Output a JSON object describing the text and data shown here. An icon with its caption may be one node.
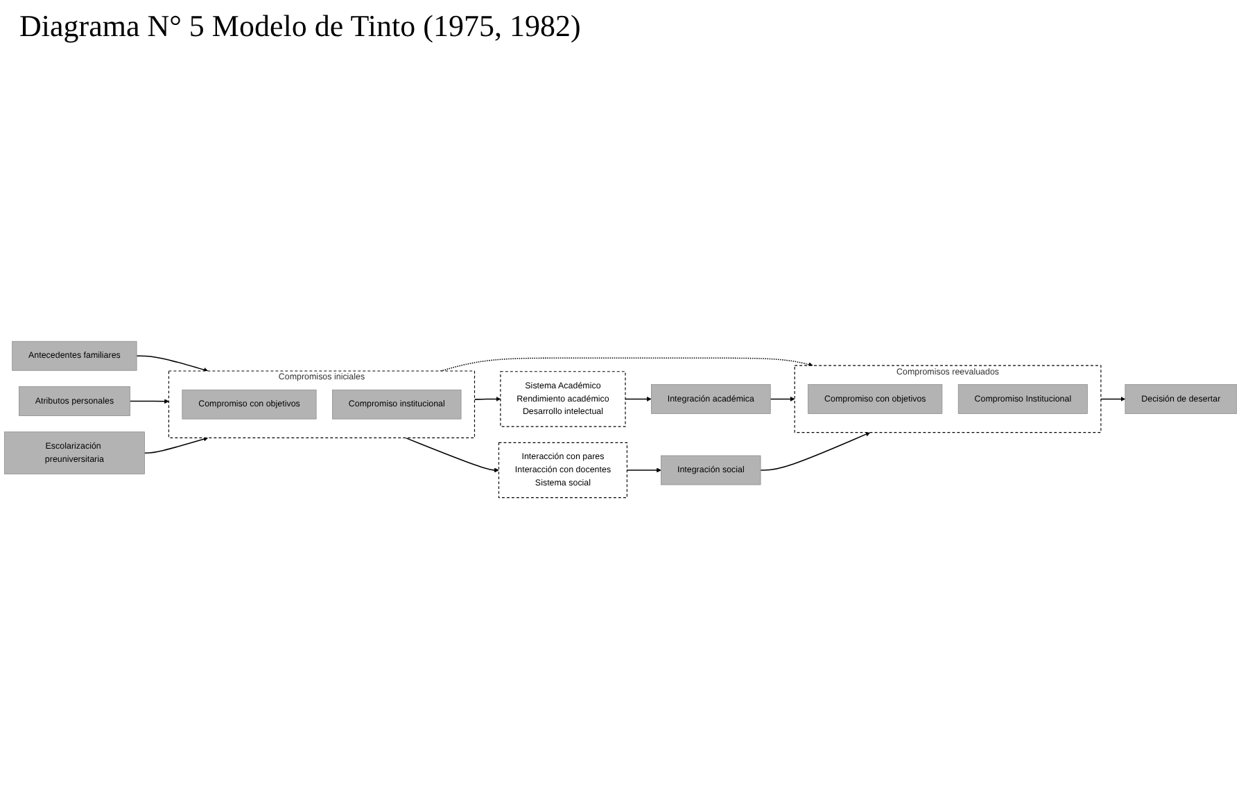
{
  "diagram": {
    "title": "Diagrama N° 5 Modelo de Tinto (1975, 1982)",
    "nodes": [
      {
        "text": [
          "Antecedentes familiares"
        ]
      },
      {
        "text": [
          "Atributos personales"
        ]
      },
      {
        "text": [
          "Escolarización preuniversitaria"
        ]
      },
      {
        "text": [
          "Compromisos iniciales"
        ]
      },
      {
        "text": [
          "Compromiso con objetivos"
        ],
        "in": 3
      },
      {
        "text": [
          "Compromiso institucional"
        ],
        "in": 3
      },
      {
        "text": [
          "Sistema Académico",
          "Rendimiento académico",
          "Desarrollo intelectual"
        ]
      },
      {
        "text": [
          "Integración académica"
        ]
      },
      {
        "text": [
          "Interacción con pares",
          "Interacción con docentes",
          "Sistema social"
        ]
      },
      {
        "text": [
          "Integración social"
        ]
      },
      {
        "text": [
          "Compromisos reevaluados"
        ]
      },
      {
        "text": [
          "Compromiso con objetivos"
        ],
        "in": 10
      },
      {
        "text": [
          "Compromiso Institucional"
        ],
        "in": 10
      },
      {
        "text": [
          "Decisión de desertar"
        ]
      }
    ],
    "edges": [
      {
        "from": 0,
        "to": 3,
        "arrow": "to"
      },
      {
        "from": 1,
        "to": 3,
        "arrow": "to"
      },
      {
        "from": 2,
        "to": 3,
        "arrow": "to"
      },
      {
        "from": 3,
        "to": 6,
        "arrow": "to"
      },
      {
        "from": 3,
        "to": 8,
        "arrow": "to"
      },
      {
        "from": 3,
        "to": 10,
        "arrow": "to",
        "style": "dashed"
      },
      {
        "from": 6,
        "to": 7,
        "arrow": "to"
      },
      {
        "from": 8,
        "to": 9,
        "arrow": "to"
      },
      {
        "from": 7,
        "to": 10,
        "arrow": "to"
      },
      {
        "from": 9,
        "to": 10,
        "arrow": "to"
      },
      {
        "from": 10,
        "to": 13,
        "arrow": "to"
      }
    ]
  }
}
